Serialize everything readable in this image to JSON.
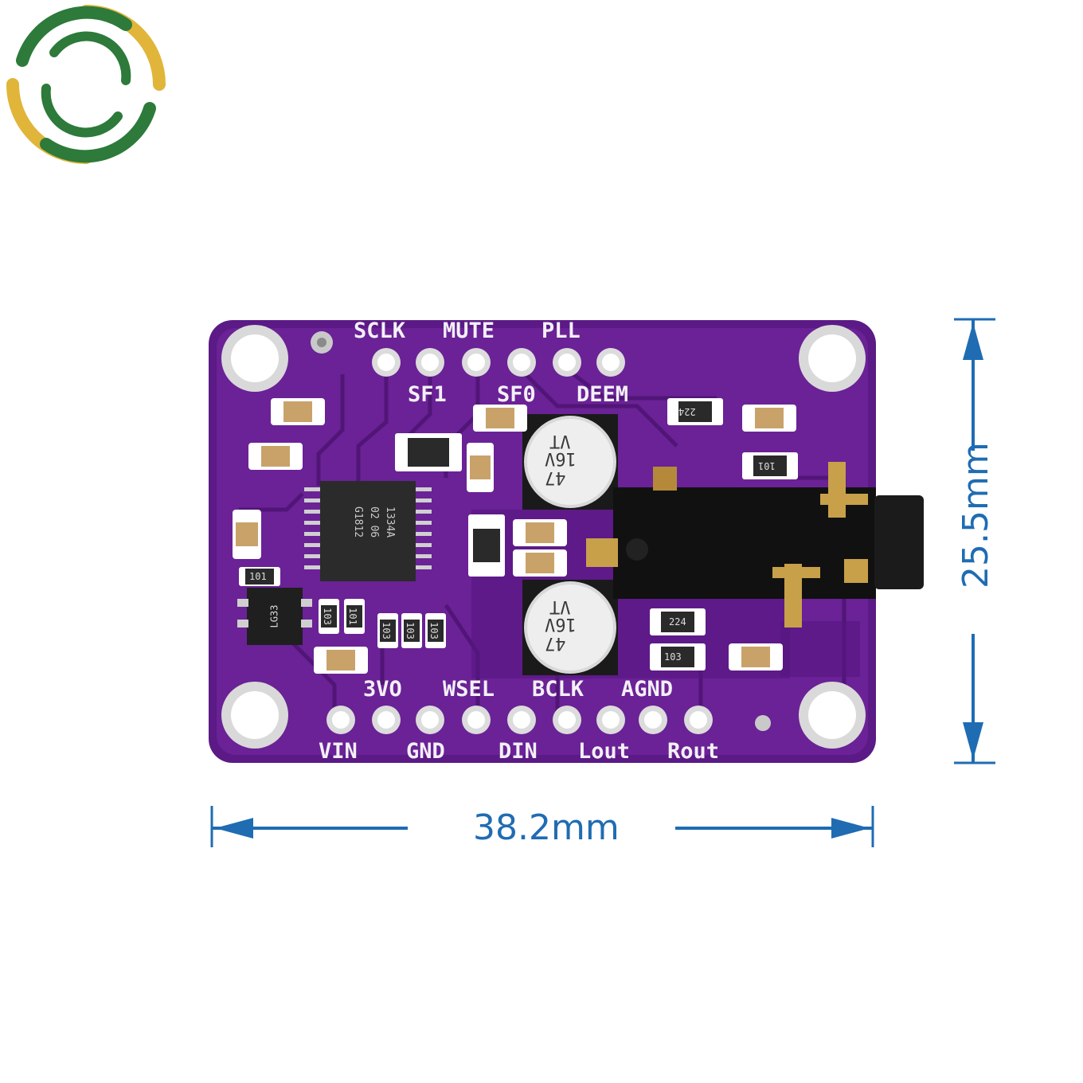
{
  "brand": {
    "logo_name": "brand-logo",
    "colors": {
      "green": "#2d7a3a",
      "gold": "#e0b53a"
    }
  },
  "board": {
    "pcb_color": "#5b1a86",
    "top_pins_row1": [
      "SCLK",
      "MUTE",
      "PLL"
    ],
    "top_pins_row2": [
      "SF1",
      "SF0",
      "DEEM"
    ],
    "bottom_pins_row1": [
      "3VO",
      "WSEL",
      "BCLK",
      "AGND"
    ],
    "bottom_pins_row2": [
      "VIN",
      "GND",
      "DIN",
      "Lout",
      "Rout"
    ],
    "chip_marking": [
      "1334A",
      "02 06",
      "G1812"
    ],
    "capacitor_upper": [
      "47",
      "16V",
      "VT"
    ],
    "capacitor_lower": [
      "47",
      "16V",
      "VT"
    ],
    "regulator_marking": "LG33",
    "resistor_markings": [
      "103",
      "101",
      "103",
      "103",
      "103",
      "103"
    ],
    "inductor_upper": "224",
    "inductor_lower": "224",
    "smd_misc": [
      "101",
      "101"
    ]
  },
  "dimensions": {
    "width_label": "38.2mm",
    "height_label": "25.5mm",
    "color": "#1f6cb3"
  }
}
